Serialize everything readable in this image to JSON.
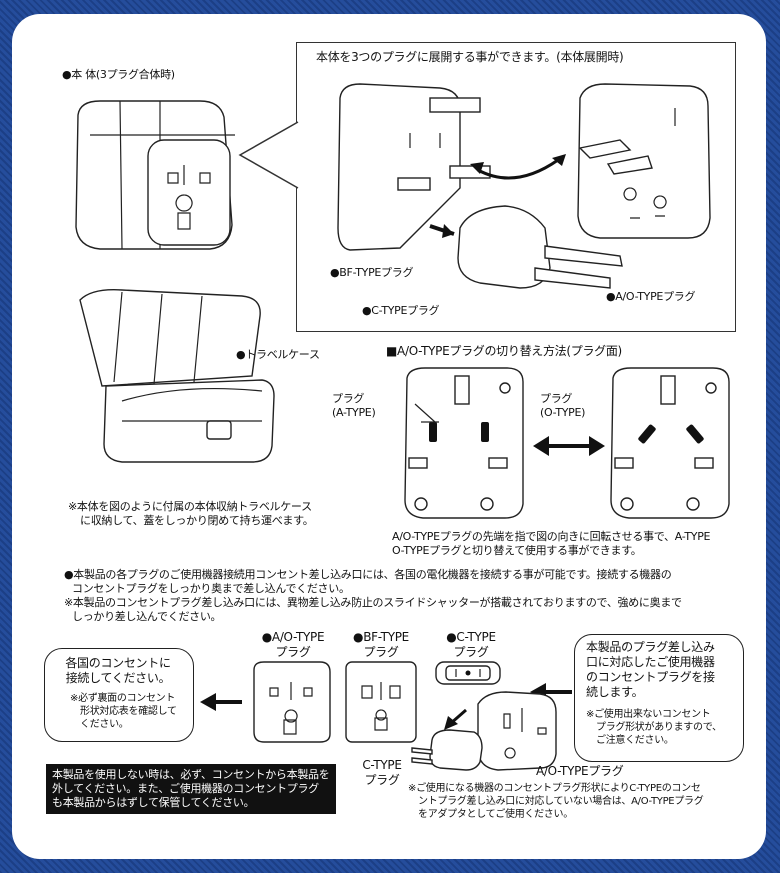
{
  "unit_label": "●本 体(3プラグ合体時)",
  "expansion": {
    "title": "本体を3つのプラグに展開する事ができます。(本体展開時)",
    "bf_label": "●BF-TYPEプラグ",
    "c_label": "●C-TYPEプラグ",
    "ao_label": "●A/O-TYPEプラグ"
  },
  "case_label": "●トラベルケース",
  "case_note": [
    "※本体を図のように付属の本体収納トラベルケース",
    "に収納して、蓋をしっかり閉めて持ち運べます。"
  ],
  "switch": {
    "title": "■A/O-TYPEプラグの切り替え方法(プラグ面)",
    "a_label": [
      "プラグ",
      "(A-TYPE)"
    ],
    "o_label": [
      "プラグ",
      "(O-TYPE)"
    ],
    "desc": [
      "A/O-TYPEプラグの先端を指で図の向きに回転させる事で、A-TYPE",
      "O-TYPEプラグと切り替えて使用する事ができます。"
    ]
  },
  "notes": [
    "●本製品の各プラグのご使用機器接続用コンセント差し込み口には、各国の電化機器を接続する事が可能です。接続する機器の",
    "コンセントプラグをしっかり奥まで差し込んでください。",
    "※本製品のコンセントプラグ差し込み口には、異物差し込み防止のスライドシャッターが搭載されておりますので、強めに奥まで",
    "しっかり差し込んでください。"
  ],
  "bottom": {
    "left_callout": {
      "main": [
        "各国のコンセントに",
        "接続してください。"
      ],
      "sub": [
        "※必ず裏面のコンセント",
        "形状対応表を確認して",
        "ください。"
      ]
    },
    "ao_head": [
      "●A/O-TYPE",
      "プラグ"
    ],
    "bf_head": [
      "●BF-TYPE",
      "プラグ"
    ],
    "c_head": [
      "●C-TYPE",
      "プラグ"
    ],
    "right_callout": {
      "main": [
        "本製品のプラグ差し込み",
        "口に対応したご使用機器",
        "のコンセントプラグを接",
        "続します。"
      ],
      "sub": [
        "※ご使用出来ないコンセント",
        "プラグ形状がありますので、",
        "ご注意ください。"
      ]
    },
    "ctype_label": [
      "C-TYPE",
      "プラグ"
    ],
    "aotype_label": "A/O-TYPEプラグ",
    "warning": [
      "本製品を使用しない時は、必ず、コンセントから本製品を",
      "外してください。また、ご使用機器のコンセントプラグ",
      "も本製品からはずして保管してください。"
    ],
    "footnote": [
      "※ご使用になる機器のコンセントプラグ形状によりC-TYPEのコンセ",
      "ントプラグ差し込み口に対応していない場合は、A/O-TYPEプラグ",
      "をアダプタとしてご使用ください。"
    ]
  }
}
